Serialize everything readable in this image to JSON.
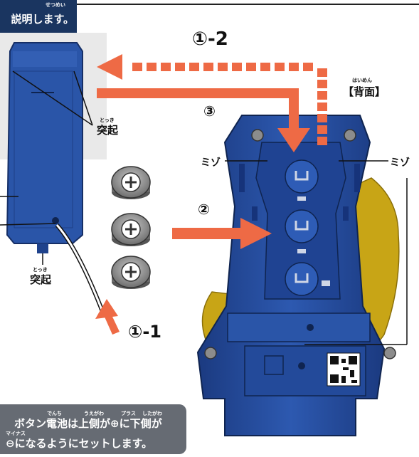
{
  "header": {
    "text": "説明します。",
    "ruby": "せつめい"
  },
  "labels": {
    "back": "【背面】",
    "back_ruby": "はいめん",
    "protrusion_top": "突起",
    "protrusion_top_ruby": "とっき",
    "protrusion_bottom": "突起",
    "protrusion_bottom_ruby": "とっき",
    "groove_left": "ミゾ",
    "groove_right": "ミゾ"
  },
  "steps": {
    "step_1_2": "①-2",
    "step_3": "③",
    "step_2": "②",
    "step_1_1": "①-1"
  },
  "caption": {
    "line1": "ボタン電池は上側が⊕に下側が",
    "line2": "⊖になるようにセットします。",
    "ruby_denchi": "でんち",
    "ruby_uegawa": "うえがわ",
    "ruby_plus": "プラス",
    "ruby_shitagawa": "したがわ",
    "ruby_minus": "マイナス"
  },
  "colors": {
    "arrow": "#ee6a45",
    "device_blue": "#254a9a",
    "device_dark": "#1b3a80",
    "header_navy": "#1a3560",
    "caption_gray": "#666b73",
    "battery_gray": "#8a8a8a",
    "gold": "#c8a516"
  },
  "batteries": {
    "count": 3
  }
}
